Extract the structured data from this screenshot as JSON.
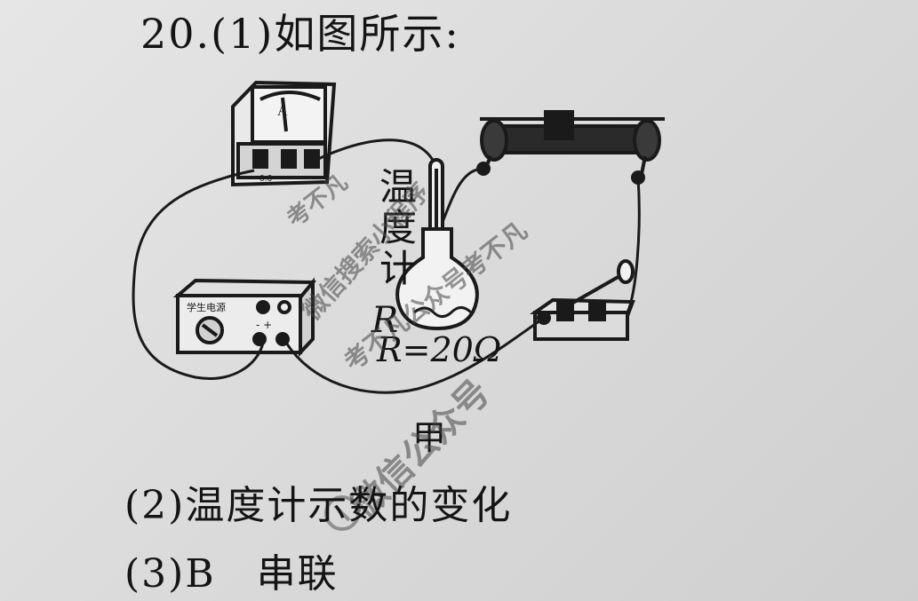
{
  "question": {
    "title": "20.(1)如图所示:",
    "part2": "(2)温度计示数的变化",
    "part3": "(3)B　串联"
  },
  "diagram": {
    "thermometer_label": [
      "温",
      "度",
      "计"
    ],
    "resistor_label": "R",
    "resistor_value": "R=20Ω",
    "caption": "甲",
    "ammeter_dial": "A",
    "ammeter_terminals": "- 0.6",
    "power_supply_label": "学生电源",
    "power_terminals": "- +"
  },
  "watermarks": {
    "w1": "考不凡",
    "w2": "微信搜索小程序",
    "w3": "考不凡公众号考不凡",
    "w4": "微信公众号"
  }
}
